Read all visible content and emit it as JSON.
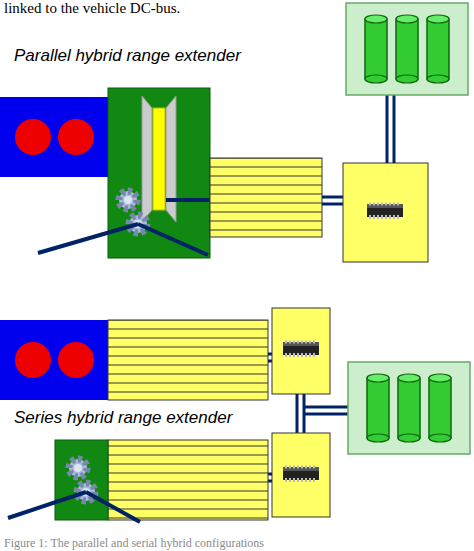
{
  "diagram": {
    "caption": "Figure 1: The parallel and serial hybrid configurations",
    "labels": [
      "linked to the vehicle DC-bus.",
      "Parallel hybrid range extender",
      "Series hybrid range extender"
    ]
  }
}
